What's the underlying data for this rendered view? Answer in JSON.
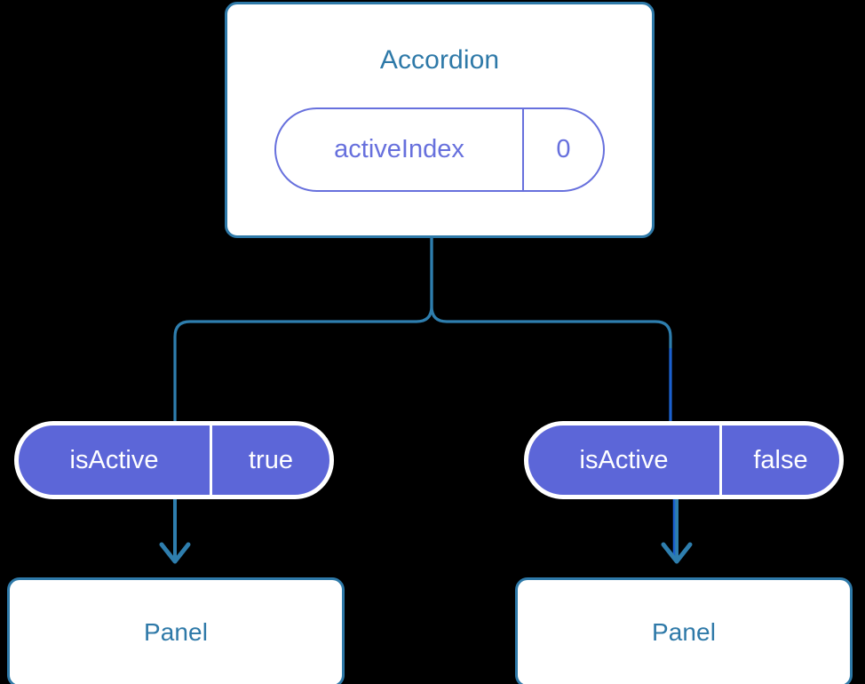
{
  "diagram": {
    "type": "component-tree",
    "background_color": "#000000",
    "colors": {
      "box_border": "#2E79A8",
      "box_fill": "#FFFFFF",
      "title_text": "#2E79A8",
      "state_pill_outline": "#6770DD",
      "state_pill_text": "#6770DD",
      "prop_pill_fill": "#5C66D8",
      "prop_pill_text": "#FFFFFF",
      "connector_line": "#2E7EAE",
      "connector_line_right": "#1A5FD0"
    },
    "root": {
      "title": "Accordion",
      "state": {
        "key": "activeIndex",
        "value": "0"
      }
    },
    "children": [
      {
        "prop": {
          "key": "isActive",
          "value": "true"
        },
        "title": "Panel"
      },
      {
        "prop": {
          "key": "isActive",
          "value": "false"
        },
        "title": "Panel"
      }
    ]
  }
}
